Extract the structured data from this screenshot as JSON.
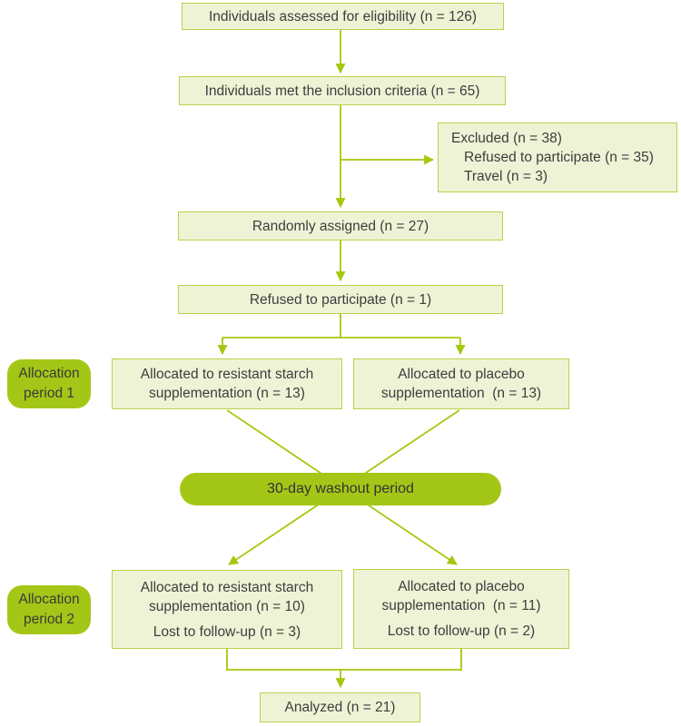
{
  "colors": {
    "box_fill": "#eff3d6",
    "box_border": "#bdd04a",
    "connector": "#a4c80e",
    "pill_fill": "#a4c717",
    "text": "#3d3d3d"
  },
  "nodes": {
    "eligibility": "Individuals assessed for eligibility (n = 126)",
    "inclusion": "Individuals met the inclusion criteria (n = 65)",
    "excluded": {
      "line1": "Excluded (n = 38)",
      "line2": "Refused to participate (n = 35)",
      "line3": "Travel (n = 3)"
    },
    "randomized": "Randomly assigned (n = 27)",
    "refused": "Refused to participate (n = 1)",
    "allocation1_label": {
      "line1": "Allocation",
      "line2": "period 1"
    },
    "alloc1_starch": {
      "line1": "Allocated to resistant starch",
      "line2": "supplementation (n = 13)"
    },
    "alloc1_placebo": {
      "line1": "Allocated to placebo",
      "line2": "supplementation  (n = 13)"
    },
    "washout": "30-day washout period",
    "allocation2_label": {
      "line1": "Allocation",
      "line2": "period 2"
    },
    "alloc2_starch": {
      "line1": "Allocated to resistant starch",
      "line2": "supplementation (n = 10)",
      "line3": "Lost to follow-up (n = 3)"
    },
    "alloc2_placebo": {
      "line1": "Allocated to placebo",
      "line2": "supplementation  (n = 11)",
      "line3": "Lost to follow-up (n = 2)"
    },
    "analyzed": "Analyzed (n = 21)"
  }
}
